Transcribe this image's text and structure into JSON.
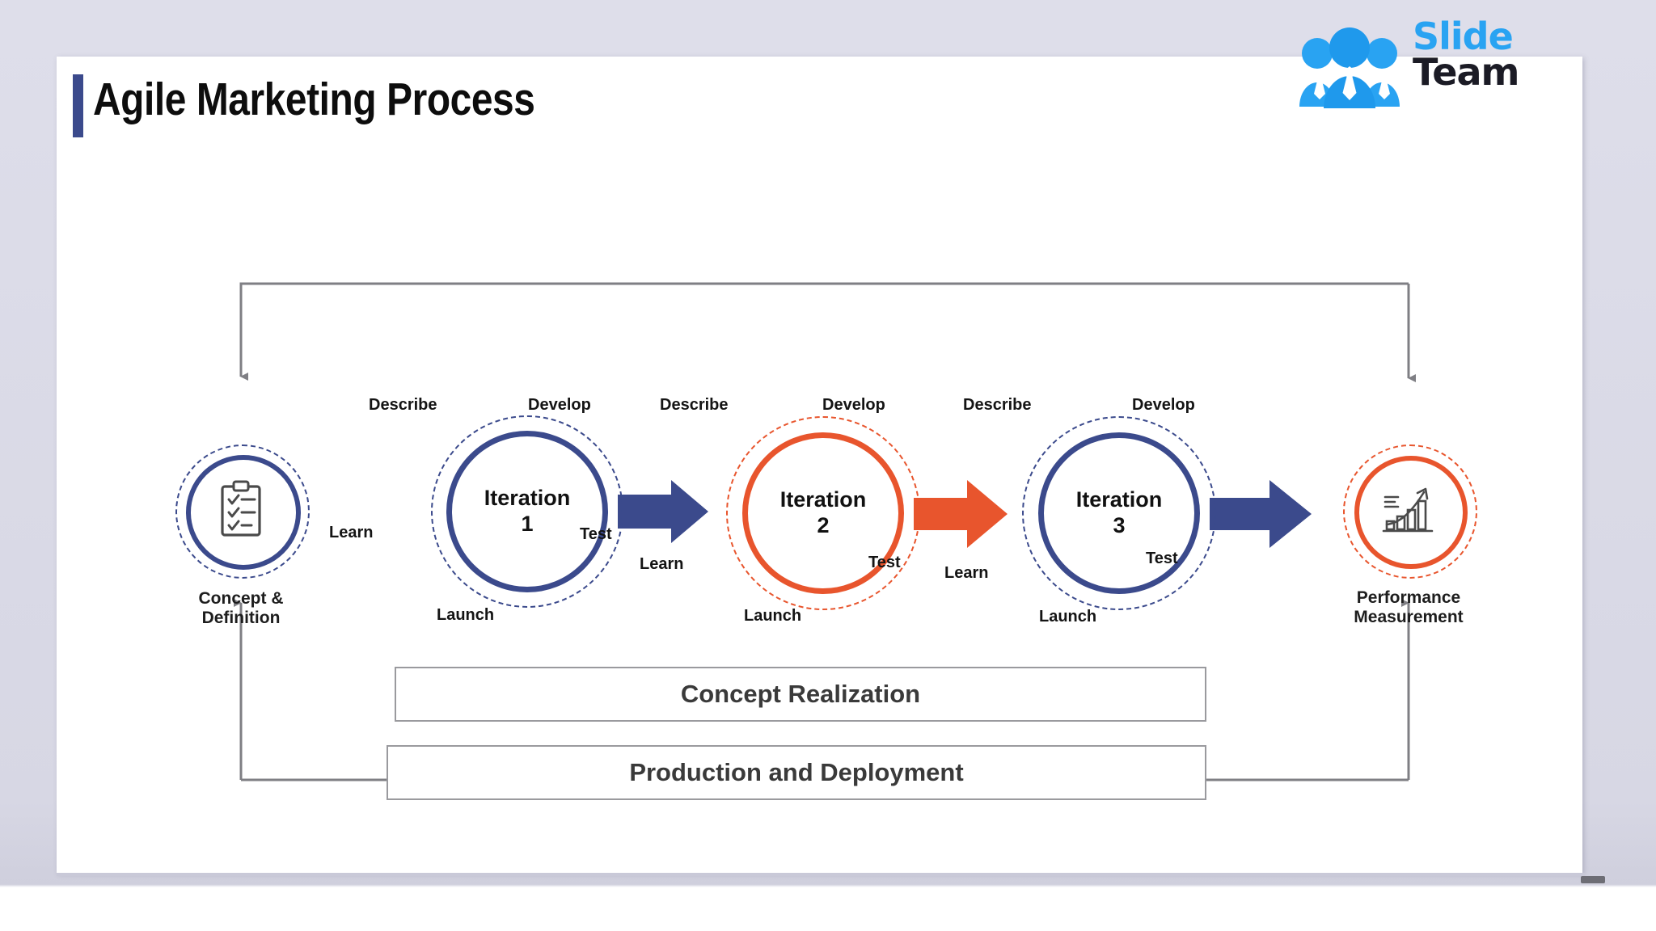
{
  "brand": {
    "logo_slide": "Slide",
    "logo_team": "Team",
    "logo_people_icon": "people-group-icon",
    "logo_blue": "#29a3f2",
    "logo_dark": "#1b1b25"
  },
  "header": {
    "title": "Agile Marketing Process",
    "accent_color": "#3b4a8c"
  },
  "colors": {
    "navy": "#3b4a8c",
    "orange": "#e8552d",
    "wire": "#7f7f84",
    "box_border": "#9a9a9e",
    "box_text": "#3a3a3a",
    "slide_bg": "#ffffff",
    "page_bg": "#dedeea"
  },
  "diagram": {
    "type": "process-cycle",
    "start_node": {
      "id": "concept-definition",
      "caption": "Concept &\nDefinition",
      "icon": "clipboard-checklist-icon",
      "ring_color": "#3b4a8c",
      "dash_color": "#3b4a8c"
    },
    "end_node": {
      "id": "performance-measurement",
      "caption": "Performance\nMeasurement",
      "icon": "growth-chart-icon",
      "ring_color": "#e8552d",
      "dash_color": "#e8552d"
    },
    "iterations": [
      {
        "id": "iteration-1",
        "line1": "Iteration",
        "line2": "1",
        "ring_color": "#3b4a8c",
        "dash_color": "#3b4a8c",
        "arrow_color": "#3b4a8c",
        "phases": {
          "describe": "Describe",
          "develop": "Develop",
          "learn": "Learn",
          "test": "Test",
          "launch": "Launch"
        }
      },
      {
        "id": "iteration-2",
        "line1": "Iteration",
        "line2": "2",
        "ring_color": "#e8552d",
        "dash_color": "#e8552d",
        "arrow_color": "#e8552d",
        "phases": {
          "describe": "Describe",
          "develop": "Develop",
          "learn": "Learn",
          "test": "Test",
          "launch": "Launch"
        }
      },
      {
        "id": "iteration-3",
        "line1": "Iteration",
        "line2": "3",
        "ring_color": "#3b4a8c",
        "dash_color": "#3b4a8c",
        "arrow_color": "#3b4a8c",
        "phases": {
          "describe": "Describe",
          "develop": "Develop",
          "learn": "Learn",
          "test": "Test",
          "launch": "Launch"
        }
      }
    ],
    "bands": [
      {
        "id": "concept-realization",
        "label": "Concept Realization"
      },
      {
        "id": "production-deployment",
        "label": "Production and Deployment"
      }
    ],
    "feedback_loops": [
      {
        "id": "top-return-loop",
        "from": "performance-measurement",
        "to": "concept-definition"
      },
      {
        "id": "bottom-return-loop",
        "from": "concept-definition",
        "to": "performance-measurement"
      }
    ]
  }
}
